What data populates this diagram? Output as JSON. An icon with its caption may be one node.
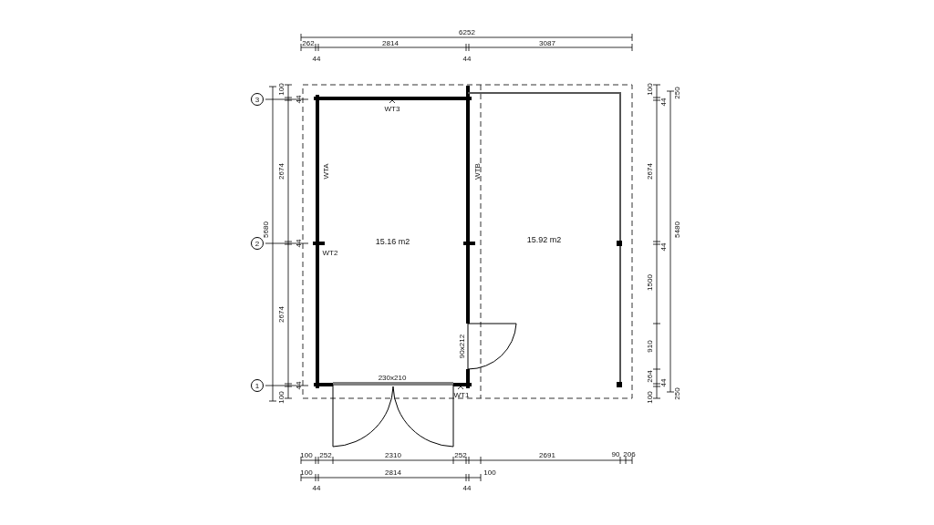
{
  "diagram": {
    "nodes": [
      {
        "text": [
          "3"
        ]
      },
      {
        "text": [
          "2"
        ]
      },
      {
        "text": [
          "1"
        ]
      },
      {
        "text": [
          "15.16 m2"
        ]
      },
      {
        "text": [
          "15.92 m2"
        ]
      }
    ],
    "labels": [
      "6252",
      "262",
      "2814",
      "3087",
      "44",
      "44",
      "100",
      "2674",
      "5680",
      "2674",
      "100",
      "44",
      "44",
      "44",
      "100",
      "44",
      "250",
      "2674",
      "5480",
      "44",
      "1500",
      "910",
      "264",
      "44",
      "100",
      "250",
      "WT3",
      "WTA",
      "WTB",
      "WT2",
      "WT1",
      "230x210",
      "90x212",
      "100",
      "252",
      "2310",
      "252",
      "2691",
      "90",
      "206",
      "100",
      "2814",
      "100",
      "44",
      "44"
    ]
  }
}
